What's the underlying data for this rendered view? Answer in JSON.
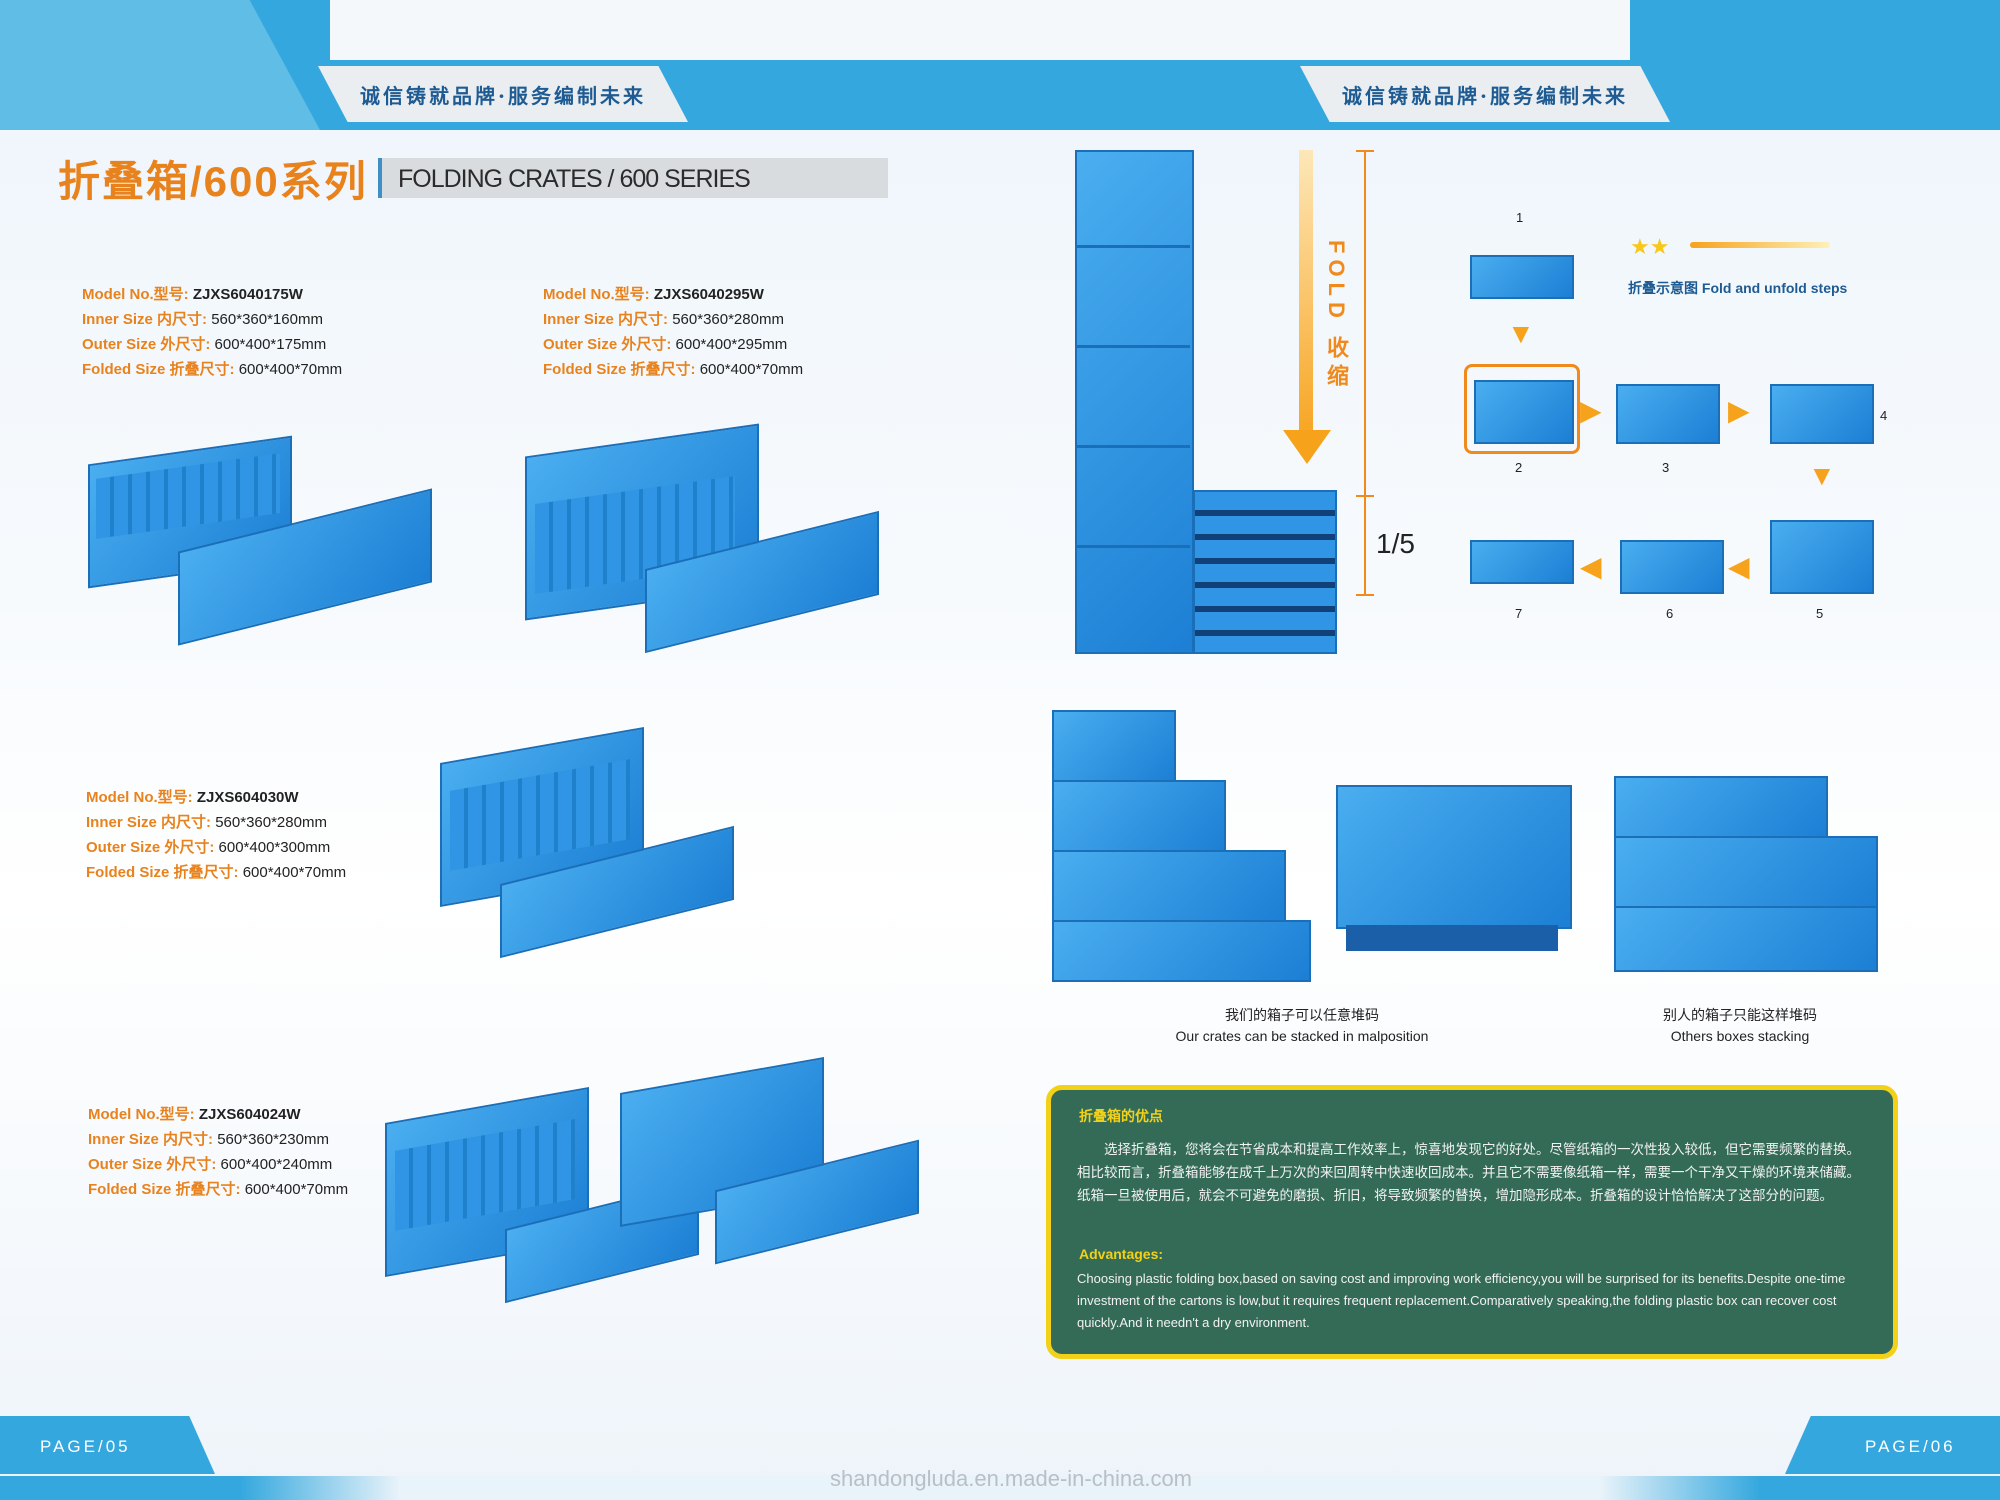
{
  "header": {
    "slogan_left": "诚信铸就品牌·服务编制未来",
    "slogan_right": "诚信铸就品牌·服务编制未来"
  },
  "title": {
    "cn": "折叠箱/600系列",
    "en": "FOLDING CRATES / 600 SERIES"
  },
  "products": [
    {
      "model_label": "Model No.型号:",
      "model": "ZJXS6040175W",
      "inner_label": "Inner Size 内尺寸:",
      "inner": "560*360*160mm",
      "outer_label": "Outer Size 外尺寸:",
      "outer": "600*400*175mm",
      "folded_label": "Folded Size 折叠尺寸:",
      "folded": "600*400*70mm"
    },
    {
      "model_label": "Model No.型号:",
      "model": "ZJXS6040295W",
      "inner_label": "Inner Size 内尺寸:",
      "inner": "560*360*280mm",
      "outer_label": "Outer Size 外尺寸:",
      "outer": "600*400*295mm",
      "folded_label": "Folded Size 折叠尺寸:",
      "folded": "600*400*70mm"
    },
    {
      "model_label": "Model No.型号:",
      "model": "ZJXS604030W",
      "inner_label": "Inner Size 内尺寸:",
      "inner": "560*360*280mm",
      "outer_label": "Outer Size 外尺寸:",
      "outer": "600*400*300mm",
      "folded_label": "Folded Size 折叠尺寸:",
      "folded": "600*400*70mm"
    },
    {
      "model_label": "Model No.型号:",
      "model": "ZJXS604024W",
      "inner_label": "Inner Size 内尺寸:",
      "inner": "560*360*230mm",
      "outer_label": "Outer Size 外尺寸:",
      "outer": "600*400*240mm",
      "folded_label": "Folded Size 折叠尺寸:",
      "folded": "600*400*70mm"
    }
  ],
  "fold": {
    "label": "FOLD 收缩",
    "ratio": "1/5"
  },
  "steps": {
    "title": "折叠示意图 Fold and unfold steps",
    "numbers": [
      "1",
      "2",
      "3",
      "4",
      "5",
      "6",
      "7"
    ]
  },
  "stacking": {
    "ours_cn": "我们的箱子可以任意堆码",
    "ours_en": "Our crates can be stacked in malposition",
    "others_cn": "别人的箱子只能这样堆码",
    "others_en": "Others boxes stacking"
  },
  "advantages": {
    "title_cn": "折叠箱的优点",
    "body_cn": "选择折叠箱，您将会在节省成本和提高工作效率上，惊喜地发现它的好处。尽管纸箱的一次性投入较低，但它需要频繁的替换。相比较而言，折叠箱能够在成千上万次的来回周转中快速收回成本。并且它不需要像纸箱一样，需要一个干净又干燥的环境来储藏。纸箱一旦被使用后，就会不可避免的磨损、折旧，将导致频繁的替换，增加隐形成本。折叠箱的设计恰恰解决了这部分的问题。",
    "title_en": "Advantages:",
    "body_en": "Choosing plastic folding box,based on saving cost and improving work efficiency,you will be surprised for its benefits.Despite one-time investment of the cartons is low,but it requires frequent replacement.Comparatively speaking,the folding plastic box can recover cost quickly.And it needn't a dry environment."
  },
  "footer": {
    "page_left": "PAGE/05",
    "page_right": "PAGE/06",
    "watermark": "shandongluda.en.made-in-china.com"
  },
  "colors": {
    "brand_blue": "#34a8de",
    "accent_orange": "#e8821d",
    "crate_blue": "#1c7fd4",
    "panel_green": "#336b57",
    "panel_border": "#f2d118"
  }
}
